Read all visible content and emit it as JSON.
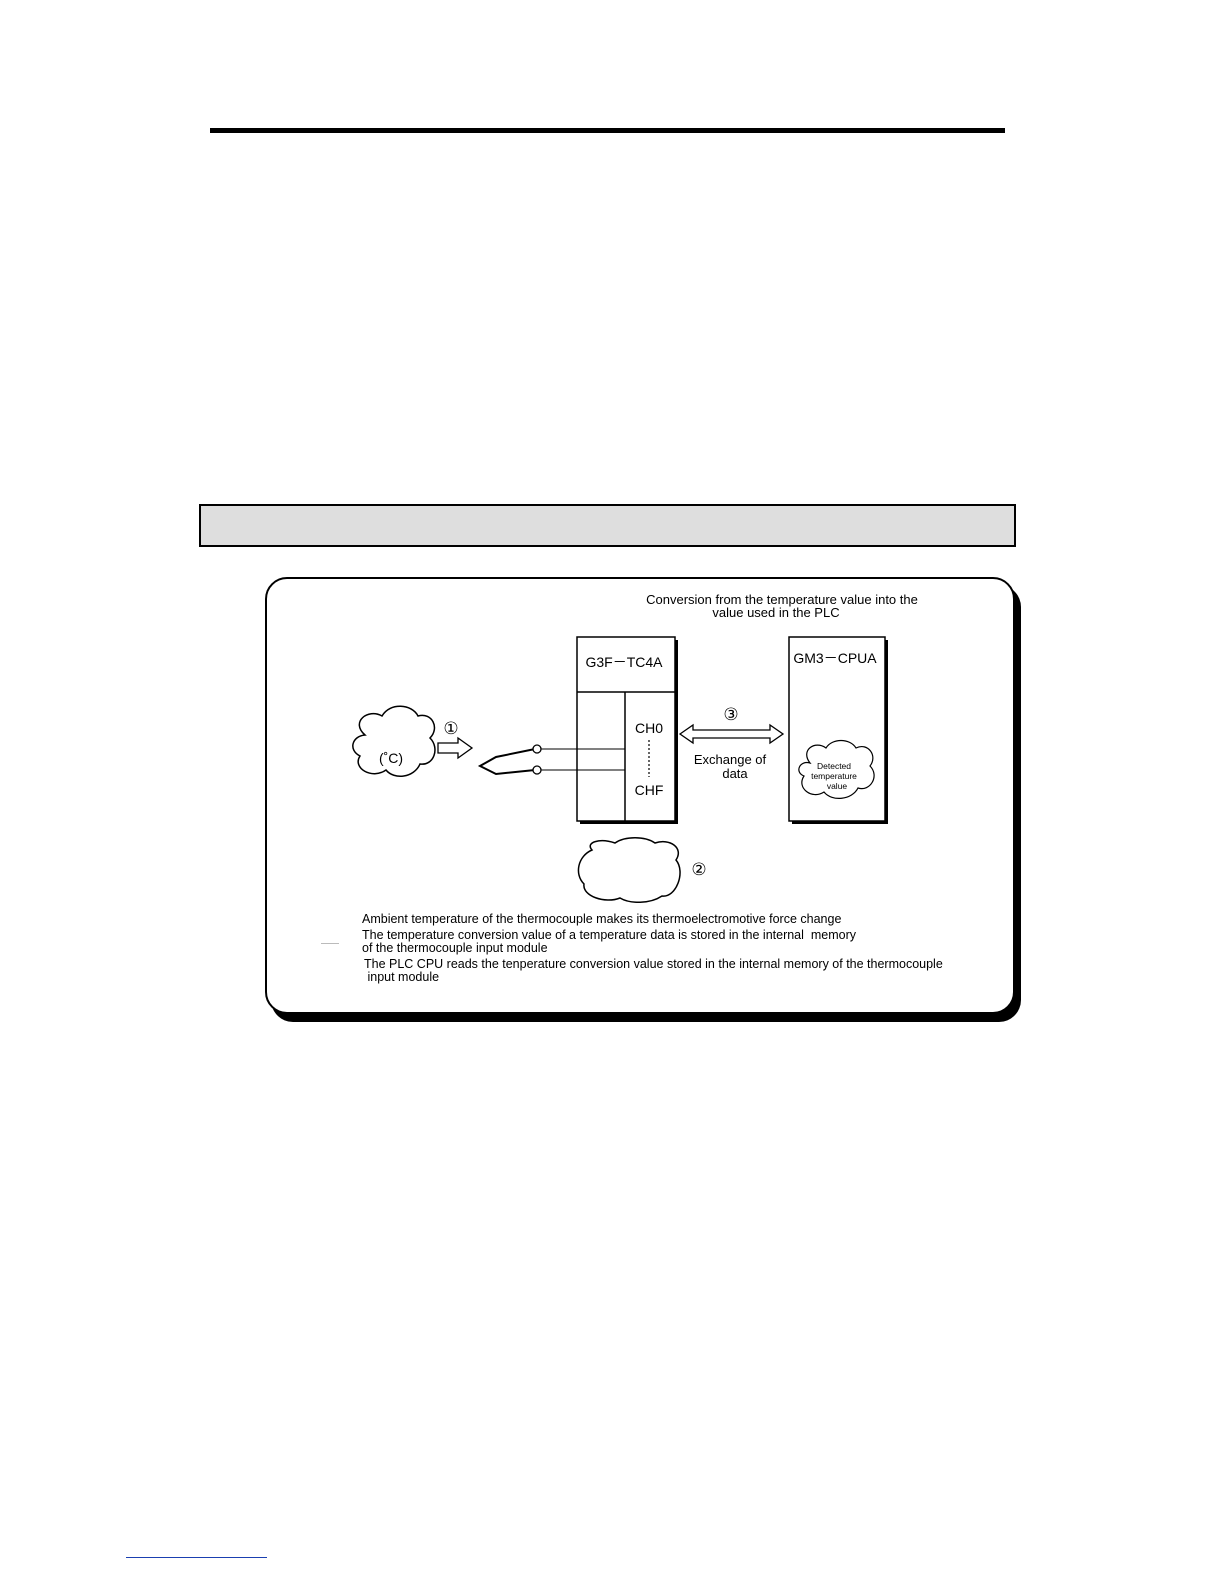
{
  "figure": {
    "caption_line1": "Conversion from the temperature value  into the",
    "caption_line2": "value used in the PLC",
    "module_label": "G3F－TC4A",
    "cpu_label": "GM3－CPUA",
    "channel_first": "CH0",
    "channel_last": "CHF",
    "ambient_label": "(˚C)",
    "step1": "①",
    "step2": "②",
    "step3": "③",
    "exchange_line1": "Exchange of",
    "exchange_line2": "data",
    "detected_line1": "Detected",
    "detected_line2": "temperature",
    "detected_line3": "value"
  },
  "legend": {
    "item1": "Ambient temperature of the thermocouple makes its thermoelectromotive force change",
    "item2_line1": "The temperature conversion value of a temperature data is stored in the internal  memory",
    "item2_line2": "of the thermocouple input module",
    "item3_line1": "The PLC CPU reads the tenperature conversion value stored in the internal memory of the thermocouple",
    "item3_line2": " input module"
  }
}
